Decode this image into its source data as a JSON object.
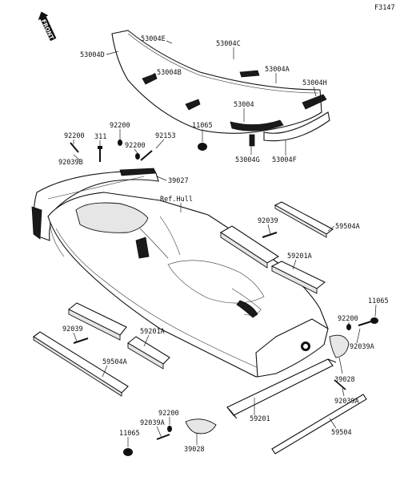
{
  "figure_code": "F3147",
  "front_label": "FRONT",
  "ref_hull_label": "Ref.Hull",
  "part_labels": [
    {
      "key": "p53004E",
      "text": "53004E"
    },
    {
      "key": "p53004C",
      "text": "53004C"
    },
    {
      "key": "p53004D",
      "text": "53004D"
    },
    {
      "key": "p53004A",
      "text": "53004A"
    },
    {
      "key": "p53004B",
      "text": "53004B"
    },
    {
      "key": "p53004H",
      "text": "53004H"
    },
    {
      "key": "p53004",
      "text": "53004"
    },
    {
      "key": "p53004G",
      "text": "53004G"
    },
    {
      "key": "p53004F",
      "text": "53004F"
    },
    {
      "key": "p92200a",
      "text": "92200"
    },
    {
      "key": "p92200b",
      "text": "92200"
    },
    {
      "key": "p11065a",
      "text": "11065"
    },
    {
      "key": "p311",
      "text": "311"
    },
    {
      "key": "p92153",
      "text": "92153"
    },
    {
      "key": "p92200c",
      "text": "92200"
    },
    {
      "key": "p92039Ba",
      "text": "92039B"
    },
    {
      "key": "p39027",
      "text": "39027"
    },
    {
      "key": "p92039a",
      "text": "92039"
    },
    {
      "key": "p59504Aa",
      "text": "59504A"
    },
    {
      "key": "p59201Aa",
      "text": "59201A"
    },
    {
      "key": "p11065b",
      "text": "11065"
    },
    {
      "key": "p92200d",
      "text": "92200"
    },
    {
      "key": "p92039Aa",
      "text": "92039A"
    },
    {
      "key": "p92039b",
      "text": "92039"
    },
    {
      "key": "p59201Ab",
      "text": "59201A"
    },
    {
      "key": "p59504Ab",
      "text": "59504A"
    },
    {
      "key": "p39028a",
      "text": "39028"
    },
    {
      "key": "p92039Ab",
      "text": "92039A"
    },
    {
      "key": "p92200e",
      "text": "92200"
    },
    {
      "key": "p59201",
      "text": "59201"
    },
    {
      "key": "p92039Ac",
      "text": "92039A"
    },
    {
      "key": "p59504",
      "text": "59504"
    },
    {
      "key": "p11065c",
      "text": "11065"
    },
    {
      "key": "p39028b",
      "text": "39028"
    }
  ]
}
